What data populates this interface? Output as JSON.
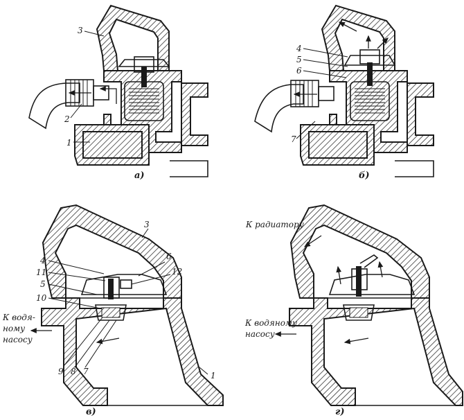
{
  "panels": {
    "a": {
      "caption": "а)",
      "labels": {
        "n3": "3",
        "n2": "2",
        "n1": "1"
      }
    },
    "b": {
      "caption": "б)",
      "labels": {
        "n4": "4",
        "n5": "5",
        "n6": "6",
        "n7": "7"
      }
    },
    "v": {
      "caption": "в)",
      "labels": {
        "n3": "3",
        "n4": "4",
        "n11": "11",
        "n5": "5",
        "n10": "10",
        "n6": "6",
        "n12": "12",
        "n9": "9",
        "n8": "8",
        "n7": "7",
        "n1": "1"
      },
      "pump_line1": "К водя-",
      "pump_line2": "ному",
      "pump_line3": "насосу"
    },
    "g": {
      "caption": "г)",
      "radiator": "К радиатору",
      "pump_line1": "К водяному",
      "pump_line2": "насосу"
    }
  }
}
